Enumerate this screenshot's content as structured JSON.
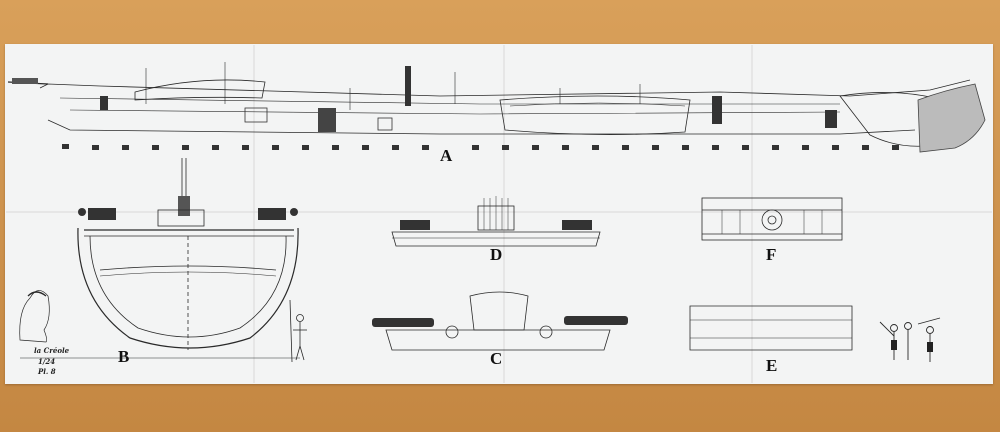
{
  "view_labels": {
    "a": "A",
    "b": "B",
    "c": "C",
    "d": "D",
    "e": "E",
    "f": "F"
  },
  "signature": {
    "line1": "la Créole",
    "line2": "1/24",
    "line3": "Pl. 8"
  },
  "colors": {
    "table": "#cf9550",
    "sheet": "#f3f4f4",
    "ink": "#222222"
  }
}
